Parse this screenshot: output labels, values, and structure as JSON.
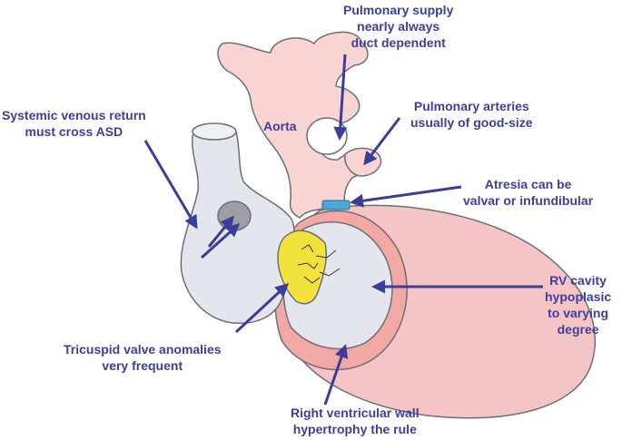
{
  "labels": {
    "aorta": "Aorta",
    "pulmonary_supply": [
      "Pulmonary supply",
      "nearly always",
      "duct dependent"
    ],
    "pulmonary_arteries": [
      "Pulmonary arteries",
      "usually of good-size"
    ],
    "systemic_venous": [
      "Systemic venous return",
      "must cross ASD"
    ],
    "atresia": [
      "Atresia can be",
      "valvar or infundibular"
    ],
    "rv_cavity": [
      "RV cavity",
      "hypoplasic",
      "to varying",
      "degree"
    ],
    "tricuspid": [
      "Tricuspid valve anomalies",
      "very frequent"
    ],
    "rv_wall": [
      "Right ventricular wall",
      "hypertrophy the rule"
    ]
  },
  "colors": {
    "label_text": "#3d3f9c",
    "arrow": "#3a3d9a",
    "aorta_fill": "#f8d5d2",
    "ventricle_fill": "#f5c4c4",
    "rv_wall_fill": "#f2a8a4",
    "right_heart_fill": "#e3e6ec",
    "tricuspid_fill": "#f4e23c",
    "atresia_band": "#4aa8d8",
    "outline": "#6e6e76"
  }
}
